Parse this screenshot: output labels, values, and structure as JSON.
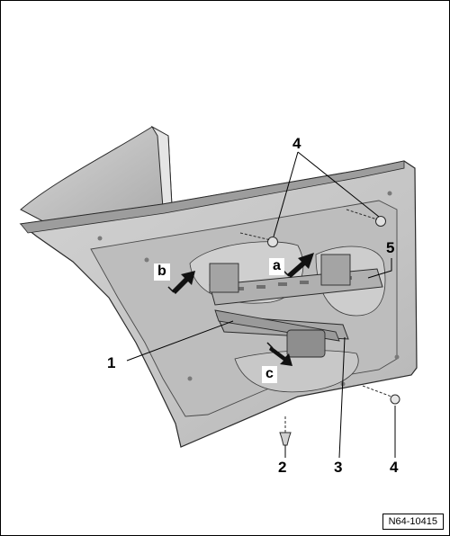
{
  "callouts": {
    "part_1": "1",
    "part_2": "2",
    "part_3": "3",
    "part_4_top": "4",
    "part_4_bottom": "4",
    "part_5": "5"
  },
  "arrows": {
    "a": "a",
    "b": "b",
    "c": "c"
  },
  "reference_code": "N64-10415",
  "colors": {
    "door_panel": "#c9c9c9",
    "door_shadow": "#9d9d9d",
    "door_highlight": "#e4e4e4",
    "regulator_rail": "#b0b0b0",
    "outline": "#2a2a2a",
    "arrow_fill": "#111111"
  }
}
